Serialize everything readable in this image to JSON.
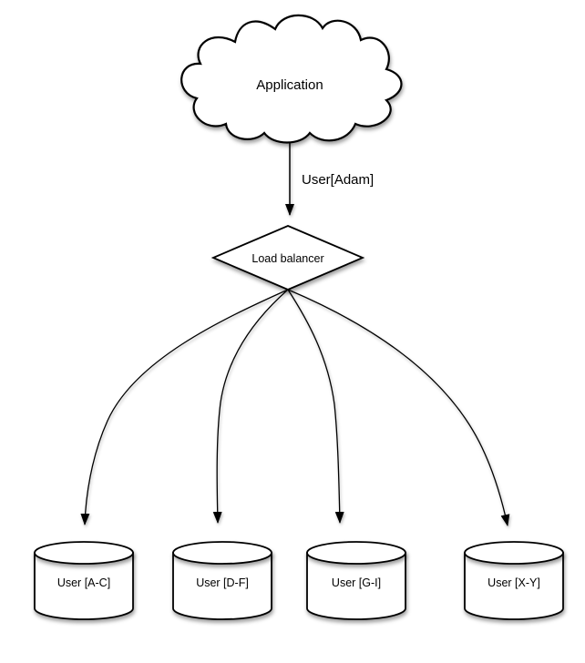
{
  "diagram": {
    "title": "database-sharding-load-balancer-diagram",
    "background_color": "#ffffff",
    "stroke_color": "#000000",
    "shape_fill_color": "#ffffff",
    "nodes": {
      "application": {
        "type": "cloud",
        "label": "Application"
      },
      "load_balancer": {
        "type": "diamond",
        "label": "Load balancer"
      },
      "shards": [
        {
          "type": "cylinder",
          "label": "User [A-C]"
        },
        {
          "type": "cylinder",
          "label": "User [D-F]"
        },
        {
          "type": "cylinder",
          "label": "User [G-I]"
        },
        {
          "type": "cylinder",
          "label": "User [X-Y]"
        }
      ]
    },
    "edges": {
      "app_to_lb": {
        "label": "User[Adam]",
        "from": "application",
        "to": "load_balancer"
      },
      "lb_to_shards": [
        {
          "from": "load_balancer",
          "to": "User [A-C]"
        },
        {
          "from": "load_balancer",
          "to": "User [D-F]"
        },
        {
          "from": "load_balancer",
          "to": "User [G-I]"
        },
        {
          "from": "load_balancer",
          "to": "User [X-Y]"
        }
      ]
    }
  }
}
